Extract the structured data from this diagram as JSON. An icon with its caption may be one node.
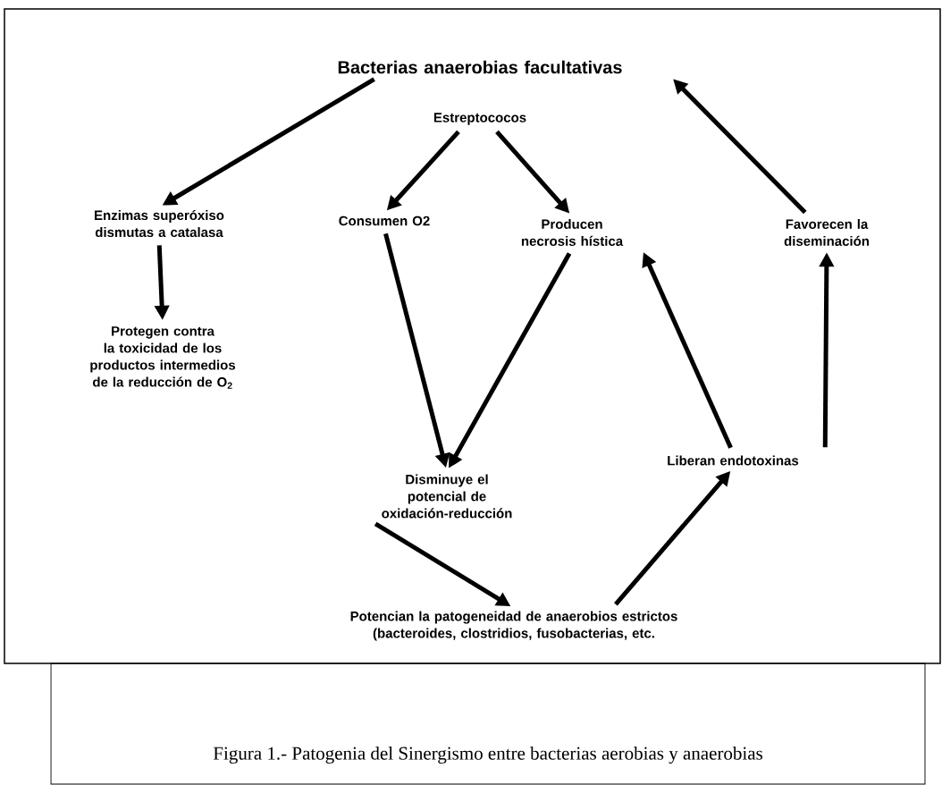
{
  "diagram": {
    "caption": "Figura 1.- Patogenia del Sinergismo entre bacterias aerobias y anaerobias",
    "nodes": [
      {
        "text": [
          "Bacterias anaerobias facultativas"
        ]
      },
      {
        "text": [
          "Estreptococos"
        ]
      },
      {
        "text": [
          "Enzimas superóxiso dismutas a catalasa"
        ]
      },
      {
        "text": [
          "Consumen O2"
        ]
      },
      {
        "text": [
          "Producen necrosis hística"
        ]
      },
      {
        "text": [
          "Favorecen la diseminación"
        ]
      },
      {
        "text": [
          "Protegen contra la toxicidad de los productos intermedios de la reducción de O$_{2}$"
        ]
      },
      {
        "text": [
          "Disminuye el potencial de oxidación-reducción"
        ]
      },
      {
        "text": [
          "Liberan endotoxinas"
        ]
      },
      {
        "text": [
          "Potencian la patogeneidad de anaerobios estrictos (bacteroides, clostridios, fusobacterias, etc."
        ]
      }
    ],
    "edges": [
      {
        "from": 0,
        "to": 2,
        "arrow": "to"
      },
      {
        "from": 1,
        "to": 3,
        "arrow": "to"
      },
      {
        "from": 1,
        "to": 4,
        "arrow": "to"
      },
      {
        "from": 5,
        "to": 0,
        "arrow": "to"
      },
      {
        "from": 2,
        "to": 6,
        "arrow": "to"
      },
      {
        "from": 3,
        "to": 7,
        "arrow": "to"
      },
      {
        "from": 4,
        "to": 7,
        "arrow": "to"
      },
      {
        "from": 8,
        "to": 4,
        "arrow": "to"
      },
      {
        "from": 8,
        "to": 5,
        "arrow": "to"
      },
      {
        "from": 7,
        "to": 9,
        "arrow": "to"
      },
      {
        "from": 9,
        "to": 8,
        "arrow": "to"
      }
    ]
  }
}
